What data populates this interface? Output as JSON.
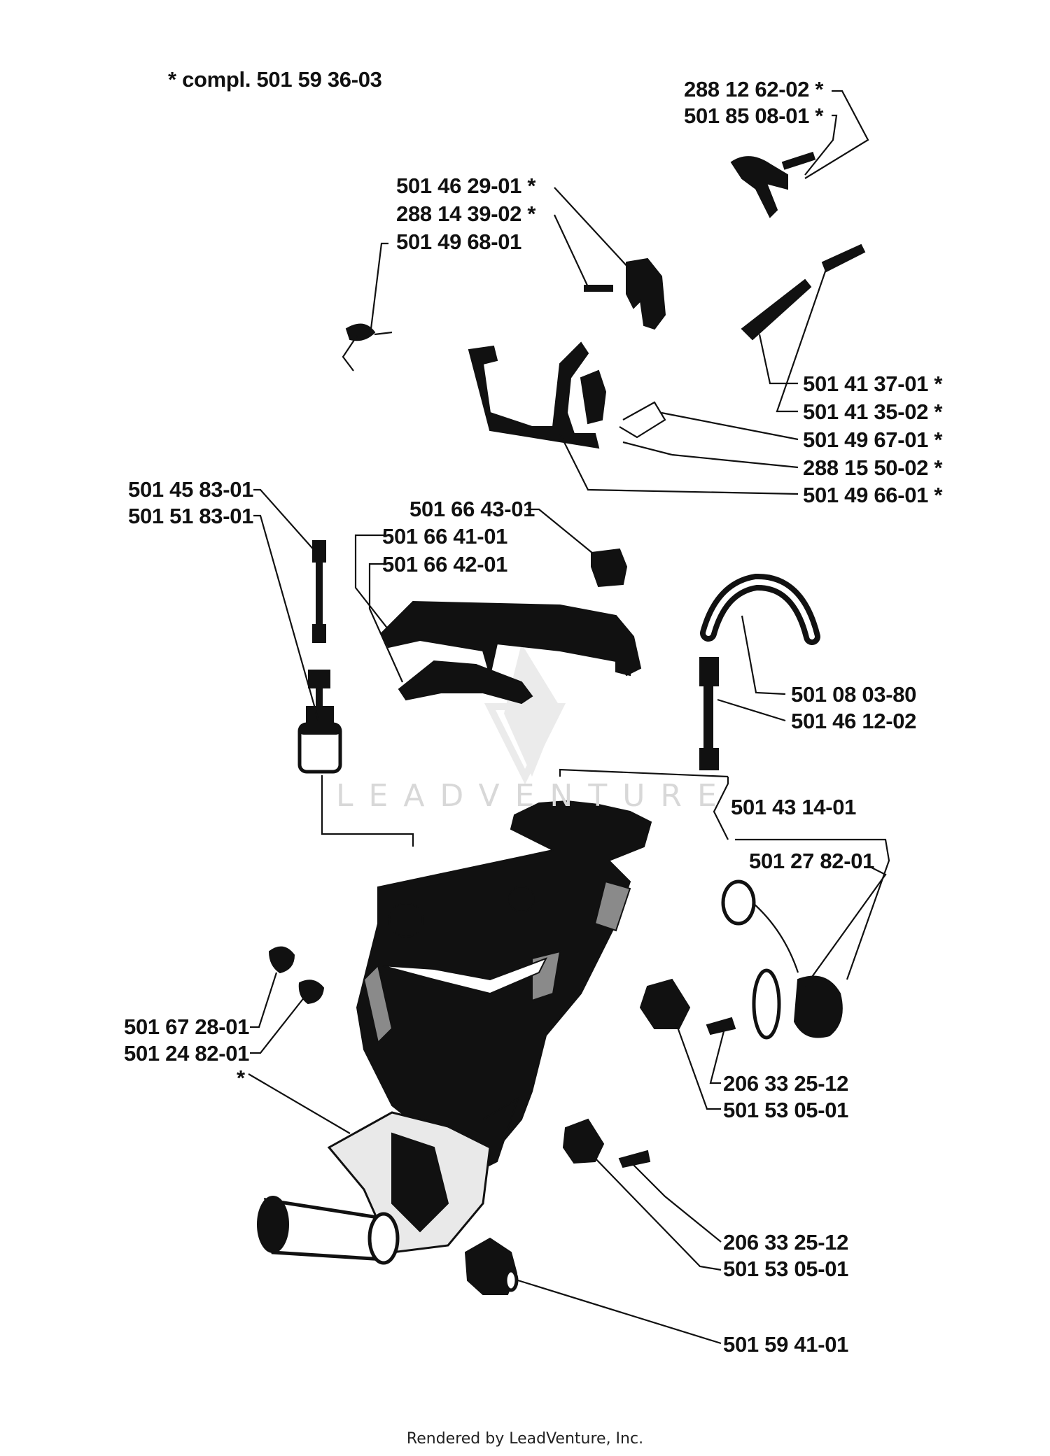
{
  "header_note": "* compl. 501 59 36-03",
  "labels": {
    "l_288_12_62_02": "288 12 62-02  *",
    "l_501_85_08_01": "501 85 08-01  *",
    "l_501_46_29_01": "501 46 29-01  *",
    "l_288_14_39_02": "288 14 39-02  *",
    "l_501_49_68_01": "501 49 68-01",
    "l_501_41_37_01": "501 41 37-01  *",
    "l_501_41_35_02": "501 41 35-02  *",
    "l_501_49_67_01": "501 49 67-01  *",
    "l_288_15_50_02": "288 15 50-02  *",
    "l_501_49_66_01": "501 49 66-01  *",
    "l_501_45_83_01": "501 45 83-01",
    "l_501_51_83_01": "501 51 83-01",
    "l_501_66_43_01": "501 66 43-01",
    "l_501_66_41_01": "501 66 41-01",
    "l_501_66_42_01": "501 66 42-01",
    "l_501_08_03_80": "501 08 03-80",
    "l_501_46_12_02": "501 46 12-02",
    "l_501_43_14_01": "501 43 14-01",
    "l_501_27_82_01": "501 27 82-01",
    "l_501_67_28_01": "501 67 28-01",
    "l_501_24_82_01": "501 24 82-01",
    "l_star": "*",
    "l_206_33_25_12_a": "206 33 25-12",
    "l_501_53_05_01_a": "501 53 05-01",
    "l_206_33_25_12_b": "206 33 25-12",
    "l_501_53_05_01_b": "501 53 05-01",
    "l_501_59_41_01": "501 59 41-01"
  },
  "watermark": "LEADVENTURE",
  "footer": "Rendered by LeadVenture, Inc."
}
